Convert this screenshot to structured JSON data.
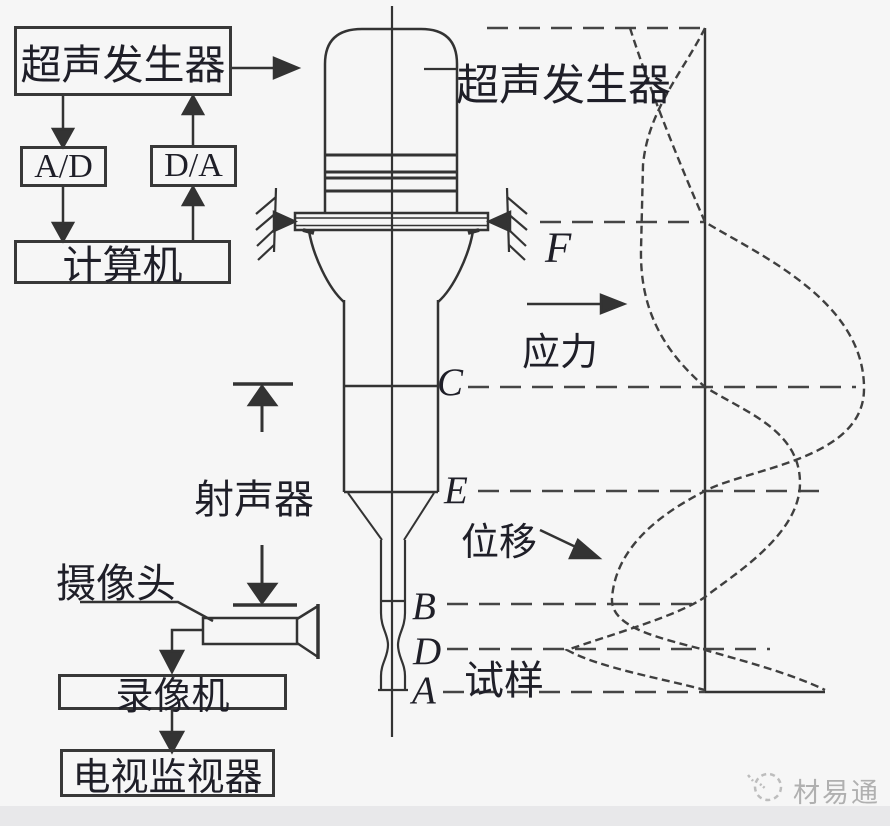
{
  "diagram": {
    "flowchart": {
      "generator_box": "超声发生器",
      "ad_box": "A/D",
      "da_box": "D/A",
      "computer_box": "计算机",
      "recorder_box": "录像机",
      "monitor_box": "电视监视器"
    },
    "labels": {
      "horn_generator": "超声发生器",
      "stress": "应力",
      "displacement": "位移",
      "emitter": "射声器",
      "camera": "摄像头",
      "specimen": "试样",
      "point_f": "F",
      "point_c": "C",
      "point_e": "E",
      "point_b": "B",
      "point_d": "D",
      "point_a": "A"
    },
    "watermark": "材易通",
    "colors": {
      "line": "#333333",
      "text": "#1f1f28",
      "watermark": "#b0b0b0",
      "background": "#f6f6f6"
    }
  }
}
